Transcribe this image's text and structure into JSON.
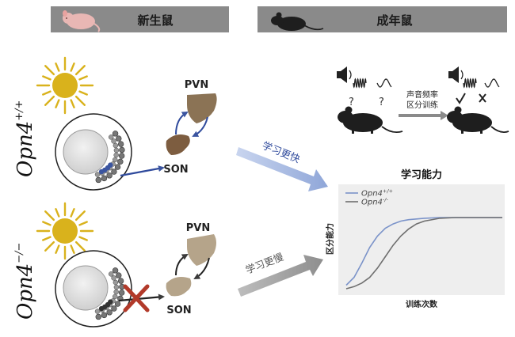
{
  "headers": {
    "newborn": "新生鼠",
    "adult": "成年鼠"
  },
  "genotypes": {
    "wt": {
      "base": "Opn4",
      "sup": "+/+"
    },
    "ko": {
      "base": "Opn4",
      "sup": "−/−"
    }
  },
  "brain_labels": {
    "pvn": "PVN",
    "son": "SON"
  },
  "arrows": {
    "faster": "学习更快",
    "slower": "学习更慢"
  },
  "training": {
    "label_line1": "声音频率",
    "label_line2": "区分训练",
    "question": "?"
  },
  "colors": {
    "header_bg": "#8a8a8a",
    "wt_blue": "#7b93c9",
    "ko_gray": "#6f6f6f",
    "pvn_wt": "#8b7355",
    "pvn_ko": "#b5a48a",
    "sun": "#d9b21c",
    "cross": "#b23a2a"
  },
  "chart_data": {
    "type": "line",
    "title": "学习能力",
    "xlabel": "训练次数",
    "ylabel": "区分能力",
    "xlim": [
      0,
      10
    ],
    "ylim": [
      0,
      1
    ],
    "grid": false,
    "legend_position": "top-left",
    "series": [
      {
        "name": "Opn4+/+",
        "legend_base": "Opn4",
        "legend_sup": "+/+",
        "color": "#7b93c9",
        "x": [
          0,
          0.5,
          1,
          1.5,
          2,
          2.5,
          3,
          3.5,
          4,
          5,
          6,
          7,
          8,
          9,
          10
        ],
        "y": [
          0.05,
          0.16,
          0.36,
          0.58,
          0.74,
          0.85,
          0.91,
          0.95,
          0.97,
          0.99,
          1.0,
          1.0,
          1.0,
          1.0,
          1.0
        ]
      },
      {
        "name": "Opn4-/-",
        "legend_base": "Opn4",
        "legend_sup": "-/-",
        "color": "#6f6f6f",
        "x": [
          0,
          0.5,
          1,
          1.5,
          2,
          2.5,
          3,
          3.5,
          4,
          4.5,
          5,
          6,
          7,
          8,
          9,
          10
        ],
        "y": [
          0.0,
          0.03,
          0.08,
          0.16,
          0.29,
          0.45,
          0.61,
          0.74,
          0.84,
          0.91,
          0.95,
          0.99,
          1.0,
          1.0,
          1.0,
          1.0
        ]
      }
    ]
  }
}
